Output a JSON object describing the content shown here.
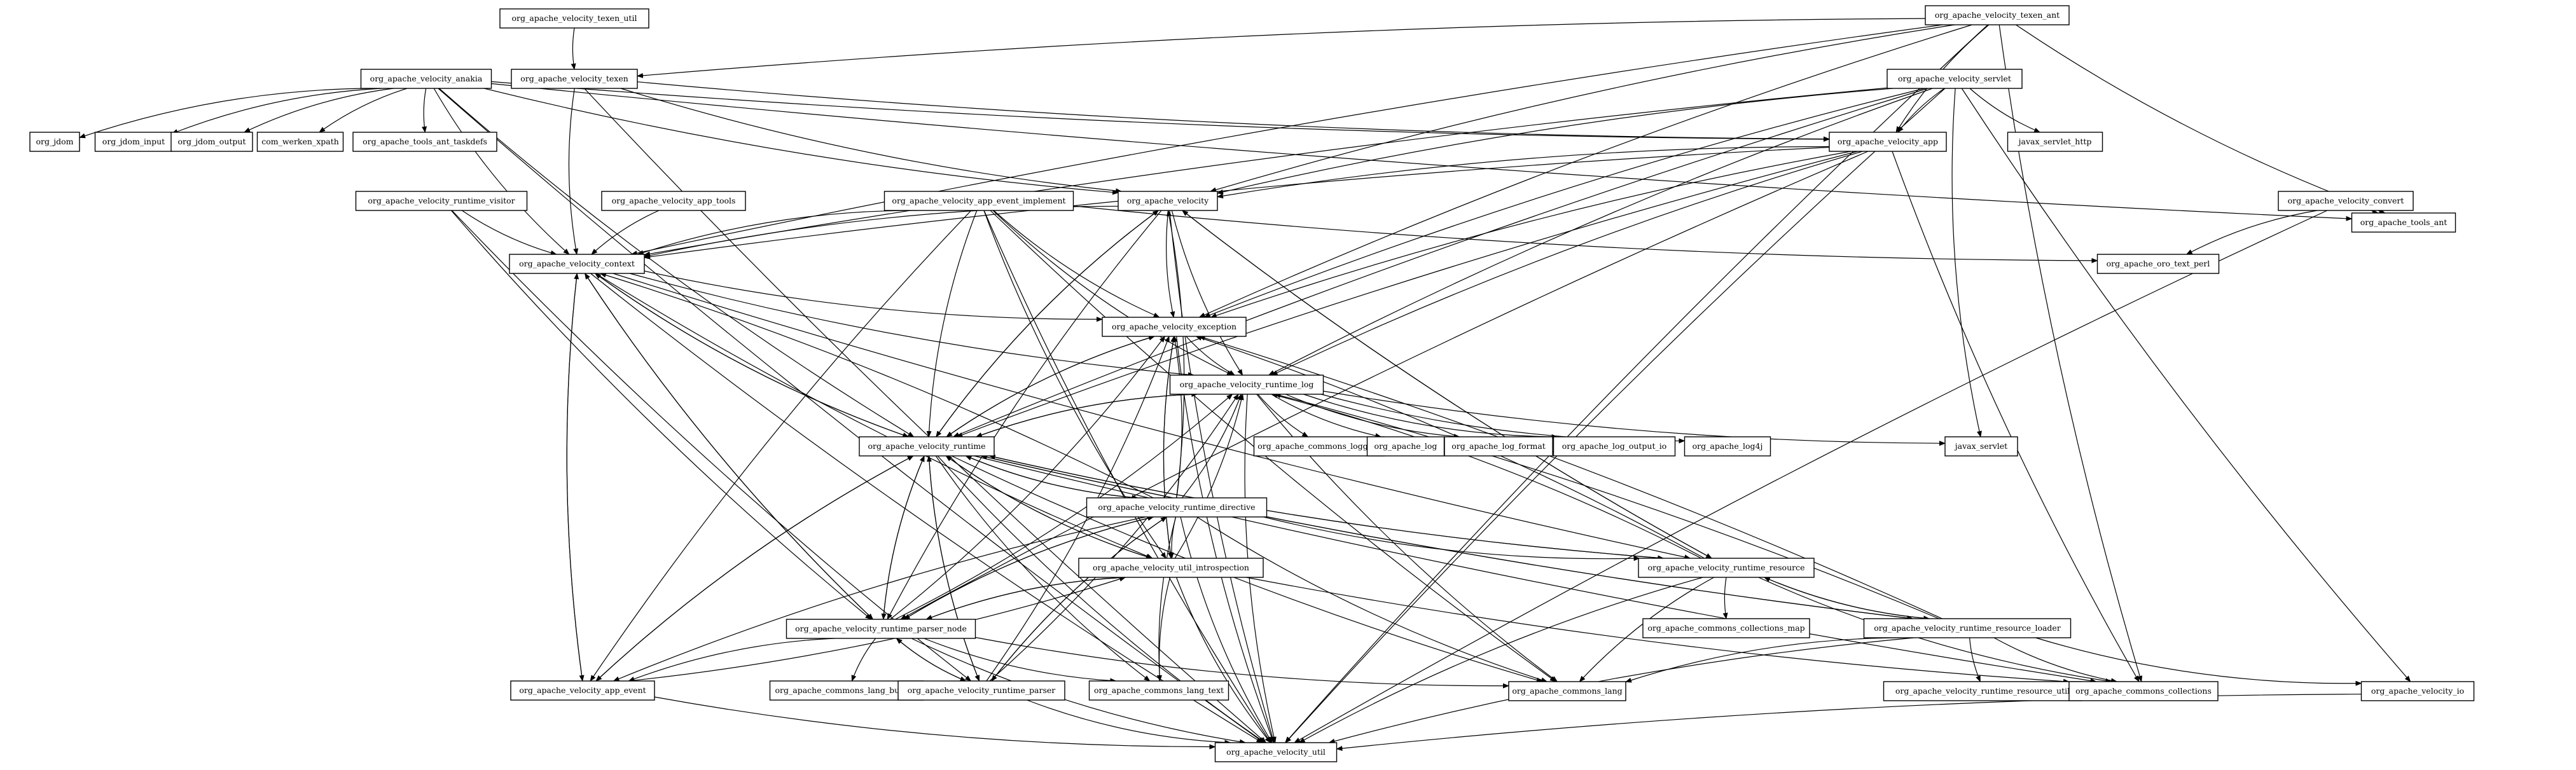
{
  "diagram": {
    "nodes": [
      {
        "id": "texen_util",
        "label": "org_apache_velocity_texen_util"
      },
      {
        "id": "texen_ant",
        "label": "org_apache_velocity_texen_ant"
      },
      {
        "id": "texen",
        "label": "org_apache_velocity_texen"
      },
      {
        "id": "anakia",
        "label": "org_apache_velocity_anakia"
      },
      {
        "id": "servlet",
        "label": "org_apache_velocity_servlet"
      },
      {
        "id": "jdom",
        "label": "org_jdom"
      },
      {
        "id": "jdom_input",
        "label": "org_jdom_input"
      },
      {
        "id": "jdom_output",
        "label": "org_jdom_output"
      },
      {
        "id": "werken_xpath",
        "label": "com_werken_xpath"
      },
      {
        "id": "ant_taskdefs",
        "label": "org_apache_tools_ant_taskdefs"
      },
      {
        "id": "app",
        "label": "org_apache_velocity_app"
      },
      {
        "id": "javax_servlet_http",
        "label": "javax_servlet_http"
      },
      {
        "id": "runtime_visitor",
        "label": "org_apache_velocity_runtime_visitor"
      },
      {
        "id": "app_tools",
        "label": "org_apache_velocity_app_tools"
      },
      {
        "id": "app_event_impl",
        "label": "org_apache_velocity_app_event_implement"
      },
      {
        "id": "velocity",
        "label": "org_apache_velocity"
      },
      {
        "id": "convert",
        "label": "org_apache_velocity_convert"
      },
      {
        "id": "context",
        "label": "org_apache_velocity_context"
      },
      {
        "id": "oro",
        "label": "org_apache_oro_text_perl"
      },
      {
        "id": "tools_ant",
        "label": "org_apache_tools_ant"
      },
      {
        "id": "exception",
        "label": "org_apache_velocity_exception"
      },
      {
        "id": "runtime_log",
        "label": "org_apache_velocity_runtime_log"
      },
      {
        "id": "commons_logging",
        "label": "org_apache_commons_logging"
      },
      {
        "id": "apache_log",
        "label": "org_apache_log"
      },
      {
        "id": "log_format",
        "label": "org_apache_log_format"
      },
      {
        "id": "log_output_io",
        "label": "org_apache_log_output_io"
      },
      {
        "id": "log4j",
        "label": "org_apache_log4j"
      },
      {
        "id": "javax_servlet",
        "label": "javax_servlet"
      },
      {
        "id": "runtime",
        "label": "org_apache_velocity_runtime"
      },
      {
        "id": "directive",
        "label": "org_apache_velocity_runtime_directive"
      },
      {
        "id": "introspection",
        "label": "org_apache_velocity_util_introspection"
      },
      {
        "id": "resource",
        "label": "org_apache_velocity_runtime_resource"
      },
      {
        "id": "collections_map",
        "label": "org_apache_commons_collections_map"
      },
      {
        "id": "parser_node",
        "label": "org_apache_velocity_runtime_parser_node"
      },
      {
        "id": "resource_loader",
        "label": "org_apache_velocity_runtime_resource_loader"
      },
      {
        "id": "app_event",
        "label": "org_apache_velocity_app_event"
      },
      {
        "id": "lang_builder",
        "label": "org_apache_commons_lang_builder"
      },
      {
        "id": "parser",
        "label": "org_apache_velocity_runtime_parser"
      },
      {
        "id": "lang_text",
        "label": "org_apache_commons_lang_text"
      },
      {
        "id": "commons_lang",
        "label": "org_apache_commons_lang"
      },
      {
        "id": "resource_util",
        "label": "org_apache_velocity_runtime_resource_util"
      },
      {
        "id": "commons_collections",
        "label": "org_apache_commons_collections"
      },
      {
        "id": "velocity_io",
        "label": "org_apache_velocity_io"
      },
      {
        "id": "util",
        "label": "org_apache_velocity_util"
      }
    ],
    "edges": [
      [
        "texen_util",
        "texen"
      ],
      [
        "texen_ant",
        "texen"
      ],
      [
        "texen_ant",
        "app"
      ],
      [
        "texen_ant",
        "velocity"
      ],
      [
        "texen_ant",
        "context"
      ],
      [
        "texen_ant",
        "exception"
      ],
      [
        "texen_ant",
        "tools_ant"
      ],
      [
        "texen_ant",
        "commons_collections"
      ],
      [
        "texen_ant",
        "util"
      ],
      [
        "texen",
        "velocity"
      ],
      [
        "texen",
        "app"
      ],
      [
        "texen",
        "context"
      ],
      [
        "texen",
        "util"
      ],
      [
        "anakia",
        "jdom"
      ],
      [
        "anakia",
        "jdom_input"
      ],
      [
        "anakia",
        "jdom_output"
      ],
      [
        "anakia",
        "werken_xpath"
      ],
      [
        "anakia",
        "ant_taskdefs"
      ],
      [
        "anakia",
        "app"
      ],
      [
        "anakia",
        "velocity"
      ],
      [
        "anakia",
        "context"
      ],
      [
        "anakia",
        "tools_ant"
      ],
      [
        "anakia",
        "runtime"
      ],
      [
        "anakia",
        "util"
      ],
      [
        "servlet",
        "app"
      ],
      [
        "servlet",
        "javax_servlet_http"
      ],
      [
        "servlet",
        "javax_servlet"
      ],
      [
        "servlet",
        "velocity"
      ],
      [
        "servlet",
        "context"
      ],
      [
        "servlet",
        "exception"
      ],
      [
        "servlet",
        "runtime"
      ],
      [
        "servlet",
        "runtime_log"
      ],
      [
        "servlet",
        "velocity_io"
      ],
      [
        "servlet",
        "util"
      ],
      [
        "app",
        "velocity"
      ],
      [
        "app",
        "context"
      ],
      [
        "app",
        "exception"
      ],
      [
        "app",
        "runtime"
      ],
      [
        "app",
        "runtime_log"
      ],
      [
        "app",
        "commons_collections"
      ],
      [
        "app",
        "parser_node"
      ],
      [
        "runtime_visitor",
        "context"
      ],
      [
        "runtime_visitor",
        "parser_node"
      ],
      [
        "runtime_visitor",
        "parser"
      ],
      [
        "app_tools",
        "context"
      ],
      [
        "app_event_impl",
        "context"
      ],
      [
        "app_event_impl",
        "exception"
      ],
      [
        "app_event_impl",
        "runtime_log"
      ],
      [
        "app_event_impl",
        "runtime"
      ],
      [
        "app_event_impl",
        "introspection"
      ],
      [
        "app_event_impl",
        "app_event"
      ],
      [
        "app_event_impl",
        "util"
      ],
      [
        "app_event_impl",
        "oro"
      ],
      [
        "app_event_impl",
        "commons_lang"
      ],
      [
        "velocity",
        "context"
      ],
      [
        "velocity",
        "exception"
      ],
      [
        "velocity",
        "runtime_log"
      ],
      [
        "velocity",
        "runtime"
      ],
      [
        "velocity",
        "parser_node"
      ],
      [
        "velocity",
        "resource"
      ],
      [
        "velocity",
        "util"
      ],
      [
        "convert",
        "oro"
      ],
      [
        "convert",
        "tools_ant"
      ],
      [
        "convert",
        "util"
      ],
      [
        "context",
        "exception"
      ],
      [
        "context",
        "runtime_log"
      ],
      [
        "context",
        "runtime"
      ],
      [
        "context",
        "introspection"
      ],
      [
        "context",
        "app_event"
      ],
      [
        "context",
        "parser_node"
      ],
      [
        "context",
        "resource"
      ],
      [
        "context",
        "util"
      ],
      [
        "exception",
        "runtime_log"
      ],
      [
        "exception",
        "runtime"
      ],
      [
        "exception",
        "introspection"
      ],
      [
        "exception",
        "util"
      ],
      [
        "runtime_log",
        "commons_logging"
      ],
      [
        "runtime_log",
        "apache_log"
      ],
      [
        "runtime_log",
        "log_format"
      ],
      [
        "runtime_log",
        "log_output_io"
      ],
      [
        "runtime_log",
        "log4j"
      ],
      [
        "runtime_log",
        "javax_servlet"
      ],
      [
        "runtime_log",
        "runtime"
      ],
      [
        "runtime_log",
        "commons_lang"
      ],
      [
        "runtime_log",
        "util"
      ],
      [
        "runtime",
        "velocity"
      ],
      [
        "runtime",
        "context"
      ],
      [
        "runtime",
        "exception"
      ],
      [
        "runtime",
        "runtime_log"
      ],
      [
        "runtime",
        "directive"
      ],
      [
        "runtime",
        "introspection"
      ],
      [
        "runtime",
        "resource"
      ],
      [
        "runtime",
        "resource_loader"
      ],
      [
        "runtime",
        "parser_node"
      ],
      [
        "runtime",
        "parser"
      ],
      [
        "runtime",
        "app_event"
      ],
      [
        "runtime",
        "commons_lang"
      ],
      [
        "runtime",
        "commons_collections"
      ],
      [
        "runtime",
        "lang_text"
      ],
      [
        "runtime",
        "util"
      ],
      [
        "directive",
        "velocity"
      ],
      [
        "directive",
        "context"
      ],
      [
        "directive",
        "exception"
      ],
      [
        "directive",
        "runtime_log"
      ],
      [
        "directive",
        "runtime"
      ],
      [
        "directive",
        "introspection"
      ],
      [
        "directive",
        "parser_node"
      ],
      [
        "directive",
        "parser"
      ],
      [
        "directive",
        "resource"
      ],
      [
        "directive",
        "app_event"
      ],
      [
        "directive",
        "commons_lang"
      ],
      [
        "directive",
        "lang_text"
      ],
      [
        "directive",
        "util"
      ],
      [
        "introspection",
        "runtime"
      ],
      [
        "introspection",
        "runtime_log"
      ],
      [
        "introspection",
        "exception"
      ],
      [
        "introspection",
        "parser_node"
      ],
      [
        "introspection",
        "commons_collections"
      ],
      [
        "introspection",
        "lang_text"
      ],
      [
        "introspection",
        "util"
      ],
      [
        "resource",
        "runtime"
      ],
      [
        "resource",
        "runtime_log"
      ],
      [
        "resource",
        "exception"
      ],
      [
        "resource",
        "velocity"
      ],
      [
        "resource",
        "collections_map"
      ],
      [
        "resource",
        "commons_lang"
      ],
      [
        "resource",
        "resource_loader"
      ],
      [
        "resource",
        "commons_collections"
      ],
      [
        "resource",
        "util"
      ],
      [
        "resource_loader",
        "runtime"
      ],
      [
        "resource_loader",
        "runtime_log"
      ],
      [
        "resource_loader",
        "exception"
      ],
      [
        "resource_loader",
        "resource"
      ],
      [
        "resource_loader",
        "resource_util"
      ],
      [
        "resource_loader",
        "commons_collections"
      ],
      [
        "resource_loader",
        "commons_lang"
      ],
      [
        "resource_loader",
        "velocity_io"
      ],
      [
        "resource_loader",
        "util"
      ],
      [
        "parser_node",
        "context"
      ],
      [
        "parser_node",
        "exception"
      ],
      [
        "parser_node",
        "runtime_log"
      ],
      [
        "parser_node",
        "runtime"
      ],
      [
        "parser_node",
        "directive"
      ],
      [
        "parser_node",
        "introspection"
      ],
      [
        "parser_node",
        "parser"
      ],
      [
        "parser_node",
        "app_event"
      ],
      [
        "parser_node",
        "lang_builder"
      ],
      [
        "parser_node",
        "lang_text"
      ],
      [
        "parser_node",
        "commons_lang"
      ],
      [
        "parser_node",
        "util"
      ],
      [
        "app_event",
        "context"
      ],
      [
        "app_event",
        "runtime"
      ],
      [
        "app_event",
        "introspection"
      ],
      [
        "app_event",
        "util"
      ],
      [
        "parser",
        "runtime"
      ],
      [
        "parser",
        "runtime_log"
      ],
      [
        "parser",
        "parser_node"
      ],
      [
        "parser",
        "directive"
      ],
      [
        "parser",
        "exception"
      ],
      [
        "parser",
        "util"
      ],
      [
        "velocity_io",
        "util"
      ]
    ]
  }
}
